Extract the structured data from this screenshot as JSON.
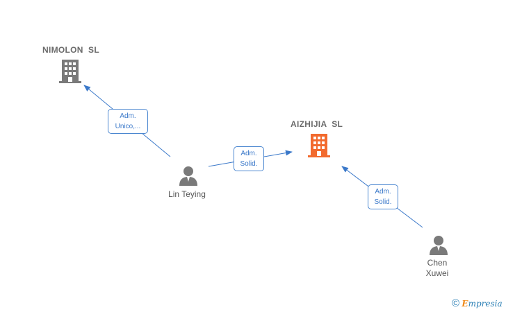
{
  "companies": [
    {
      "name": "NIMOLON  SL",
      "color": "#7a7a7a",
      "icon": "building-icon"
    },
    {
      "name": "AIZHIJIA  SL",
      "color": "#f26a2e",
      "icon": "building-icon"
    }
  ],
  "people": [
    {
      "name": "Lin Teying",
      "icon": "person-icon"
    },
    {
      "name_line1": "Chen",
      "name_line2": "Xuwei",
      "icon": "person-icon"
    }
  ],
  "relations": [
    {
      "line1": "Adm.",
      "line2": "Unico,..."
    },
    {
      "line1": "Adm.",
      "line2": "Solid."
    },
    {
      "line1": "Adm.",
      "line2": "Solid."
    }
  ],
  "colors": {
    "edge": "#3a78c9",
    "box_border": "#4a86d0",
    "person": "#7a7a7a"
  },
  "brand": {
    "copyright": "©",
    "e": "E",
    "rest": "mpresia"
  }
}
